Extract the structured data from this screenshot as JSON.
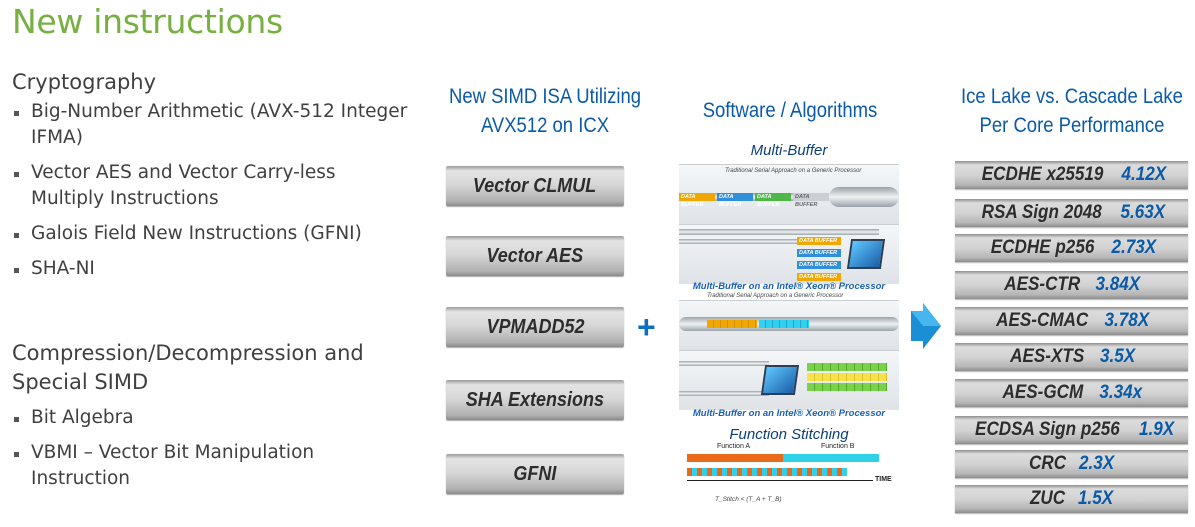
{
  "title": "New instructions",
  "cryptography": {
    "heading": "Cryptography",
    "items": [
      "Big-Number Arithmetic (AVX-512 Integer IFMA)",
      "Vector AES and Vector Carry-less Multiply Instructions",
      "Galois Field New Instructions (GFNI)",
      "SHA-NI"
    ]
  },
  "compression": {
    "heading": "Compression/Decompression and Special SIMD",
    "items": [
      "Bit Algebra",
      "VBMI – Vector Bit Manipulation Instruction"
    ]
  },
  "isa_column": {
    "heading_line1": "New SIMD ISA Utilizing",
    "heading_line2": "AVX512 on ICX",
    "items": [
      "Vector CLMUL",
      "Vector AES",
      "VPMADD52",
      "SHA Extensions",
      "GFNI"
    ]
  },
  "plus_sign": "+",
  "software_column": {
    "heading": "Software / Algorithms",
    "multi_buffer_title": "Multi-Buffer",
    "traditional_caption": "Traditional Serial Approach on a Generic Processor",
    "data_buffer_label": "DATA BUFFER",
    "multibuffer_caption": "Multi-Buffer on an Intel® Xeon® Processor",
    "function_stitching_title": "Function Stitching",
    "function_a": "Function A",
    "function_b": "Function B",
    "time_label": "TIME",
    "formula": "T_Stitch < (T_A + T_B)"
  },
  "performance_column": {
    "heading_line1": "Ice Lake vs. Cascade Lake",
    "heading_line2": "Per Core Performance",
    "rows": [
      {
        "name": "ECDHE x25519",
        "value": "4.12X"
      },
      {
        "name": "RSA Sign 2048",
        "value": "5.63X"
      },
      {
        "name": "ECDHE p256",
        "value": "2.73X"
      },
      {
        "name": "AES-CTR",
        "value": "3.84X"
      },
      {
        "name": "AES-CMAC",
        "value": "3.78X"
      },
      {
        "name": "AES-XTS",
        "value": "3.5X"
      },
      {
        "name": "AES-GCM",
        "value": "3.34x"
      },
      {
        "name": "ECDSA Sign p256",
        "value": "1.9X"
      },
      {
        "name": "CRC",
        "value": "2.3X"
      },
      {
        "name": "ZUC",
        "value": "1.5X"
      }
    ]
  },
  "colors": {
    "title_green": "#77b041",
    "accent_blue": "#0b5aa7",
    "body_text": "#404040"
  }
}
